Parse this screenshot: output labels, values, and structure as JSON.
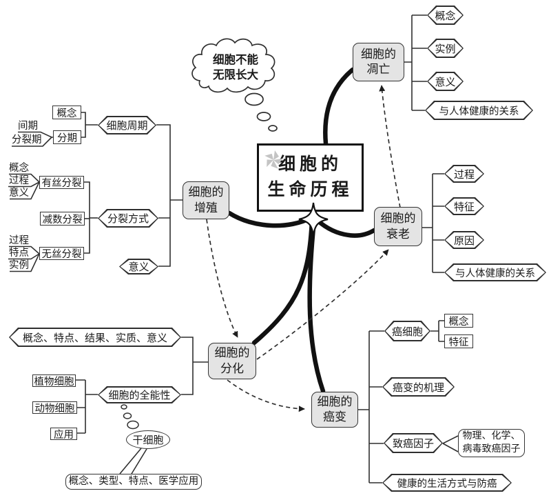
{
  "diagram_title": "细胞的生命历程",
  "center": {
    "line1": "细胞的",
    "line2": "生命历程"
  },
  "thought_bubble": {
    "line1": "细胞不能",
    "line2": "无限长大"
  },
  "proliferation": {
    "node": {
      "line1": "细胞的",
      "line2": "增殖"
    },
    "cell_cycle": {
      "label": "细胞周期",
      "concept": "概念",
      "stages": "分期",
      "stage_items": [
        "间期",
        "分裂期"
      ]
    },
    "division_modes": {
      "label": "分裂方式",
      "mitosis": "有丝分裂",
      "mitosis_items": [
        "概念",
        "过程",
        "意义"
      ],
      "meiosis": "减数分裂",
      "amitosis": "无丝分裂",
      "amitosis_items": [
        "过程",
        "特点",
        "实例"
      ]
    },
    "significance": "意义"
  },
  "apoptosis": {
    "node": {
      "line1": "细胞的",
      "line2": "凋亡"
    },
    "children": [
      "概念",
      "实例",
      "意义",
      "与人体健康的关系"
    ]
  },
  "senescence": {
    "node": {
      "line1": "细胞的",
      "line2": "衰老"
    },
    "children": [
      "过程",
      "特征",
      "原因",
      "与人体健康的关系"
    ]
  },
  "differentiation": {
    "node": {
      "line1": "细胞的",
      "line2": "分化"
    },
    "summary": "概念、特点、结果、实质、意义",
    "totipotency": {
      "label": "细胞的全能性",
      "children": [
        "植物细胞",
        "动物细胞",
        "应用"
      ]
    },
    "stem_cell": {
      "label": "干细胞",
      "detail": "概念、类型、特点、医学应用"
    }
  },
  "canceration": {
    "node": {
      "line1": "细胞的",
      "line2": "癌变"
    },
    "cancer_cell": {
      "label": "癌细胞",
      "children": [
        "概念",
        "特征"
      ]
    },
    "mechanism": "癌变的机理",
    "carcinogens": {
      "label": "致癌因子",
      "detail_line1": "物理、化学、",
      "detail_line2": "病毒致癌因子"
    },
    "prevention": "健康的生活方式与防癌"
  },
  "colors": {
    "background": "#ffffff",
    "node_fill": "#e4e4e4",
    "line": "#2f2f2f",
    "watermark": "#c4c4c4"
  }
}
